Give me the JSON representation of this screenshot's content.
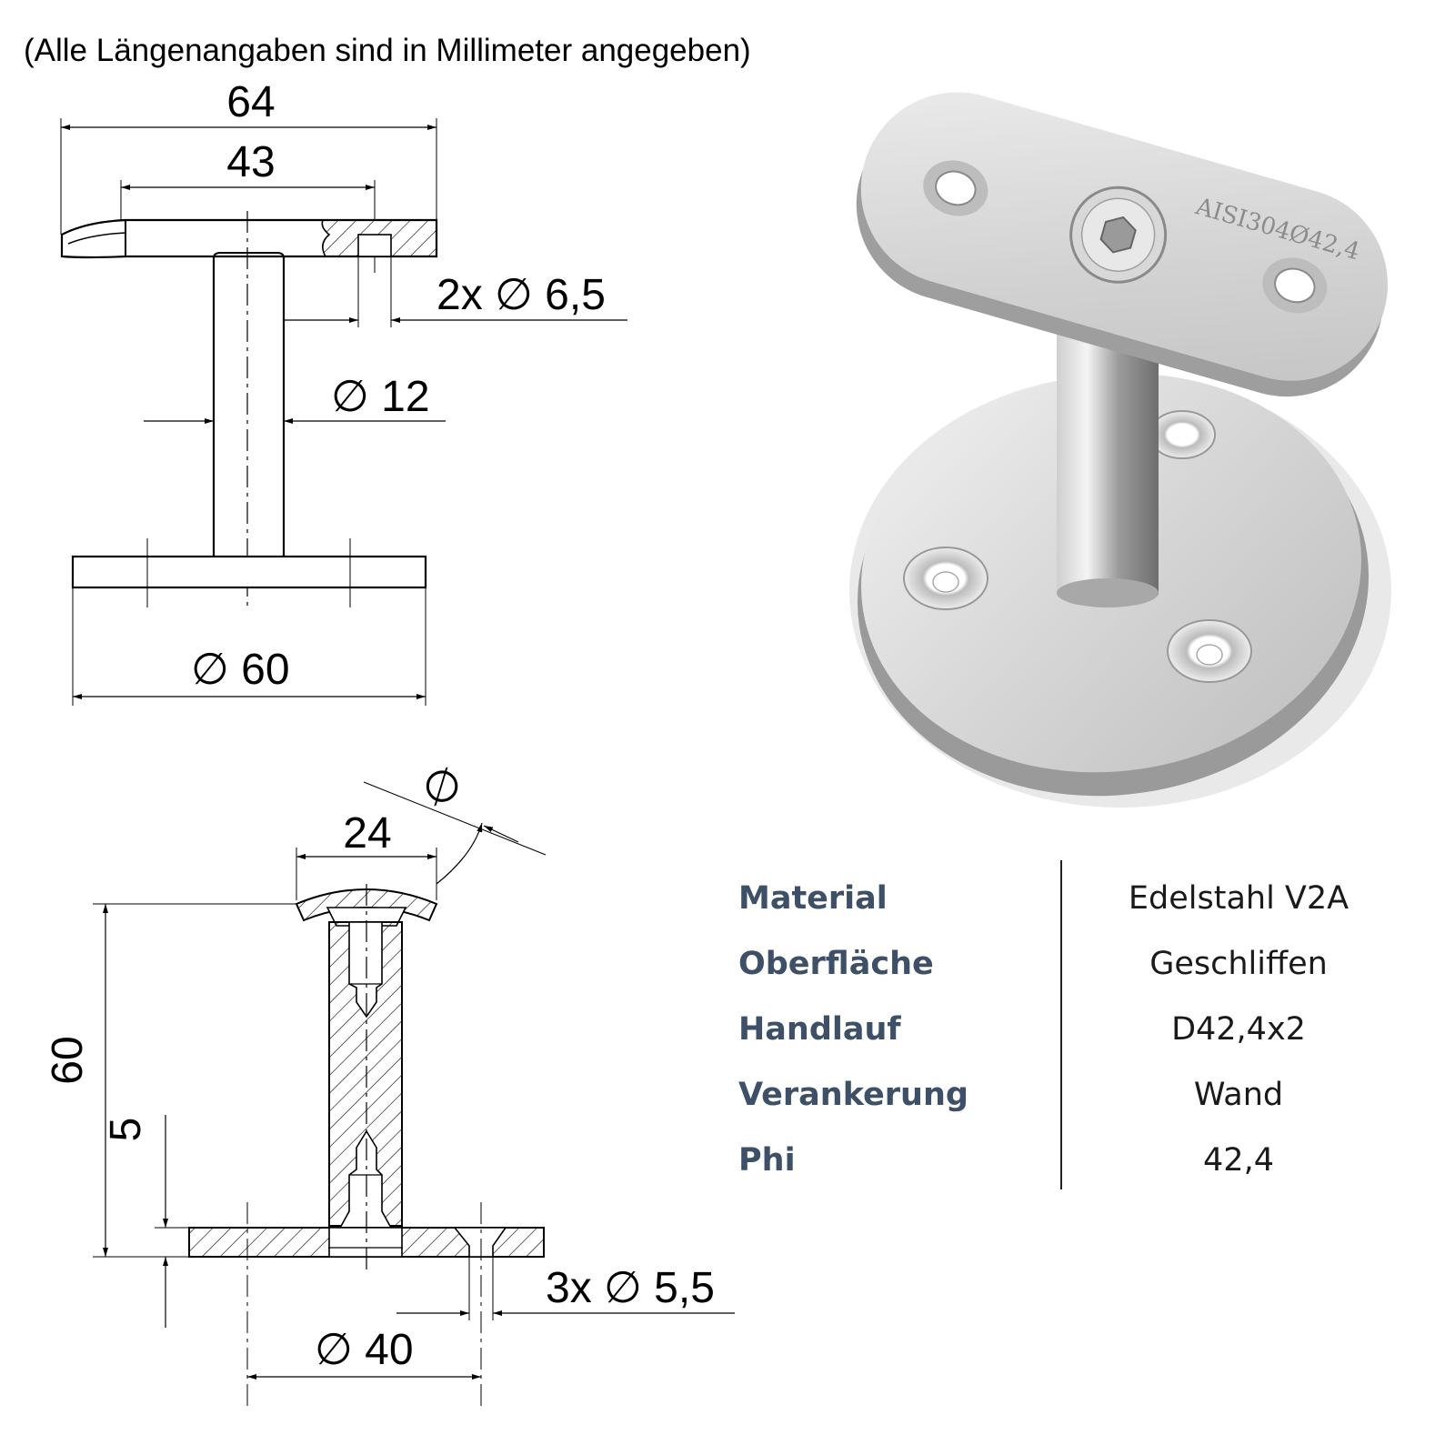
{
  "note": "(Alle Längenangaben sind in Millimeter angegeben)",
  "top_view_dimensions": {
    "overall_width": "64",
    "hole_spacing": "43",
    "holes": "2x ∅ 6,5",
    "stem": "∅ 12",
    "base": "∅ 60"
  },
  "side_view_dimensions": {
    "saddle_diameter": "∅",
    "saddle_width": "24",
    "height": "60",
    "plate_thickness": "5",
    "plate_holes": "3x ∅ 5,5",
    "bolt_circle": "∅ 40"
  },
  "photo_marking": "AISI304Ø42,4",
  "specifications": [
    {
      "label": "Material",
      "value": "Edelstahl V2A"
    },
    {
      "label": "Oberfläche",
      "value": "Geschliffen"
    },
    {
      "label": "Handlauf",
      "value": "D42,4x2"
    },
    {
      "label": "Verankerung",
      "value": "Wand"
    },
    {
      "label": "Phi",
      "value": "42,4"
    }
  ],
  "colors": {
    "spec_label": "#3d5068",
    "spec_value": "#1a1a1a",
    "steel_light": "#e4e4e4",
    "steel_dark": "#8a8a8a"
  }
}
